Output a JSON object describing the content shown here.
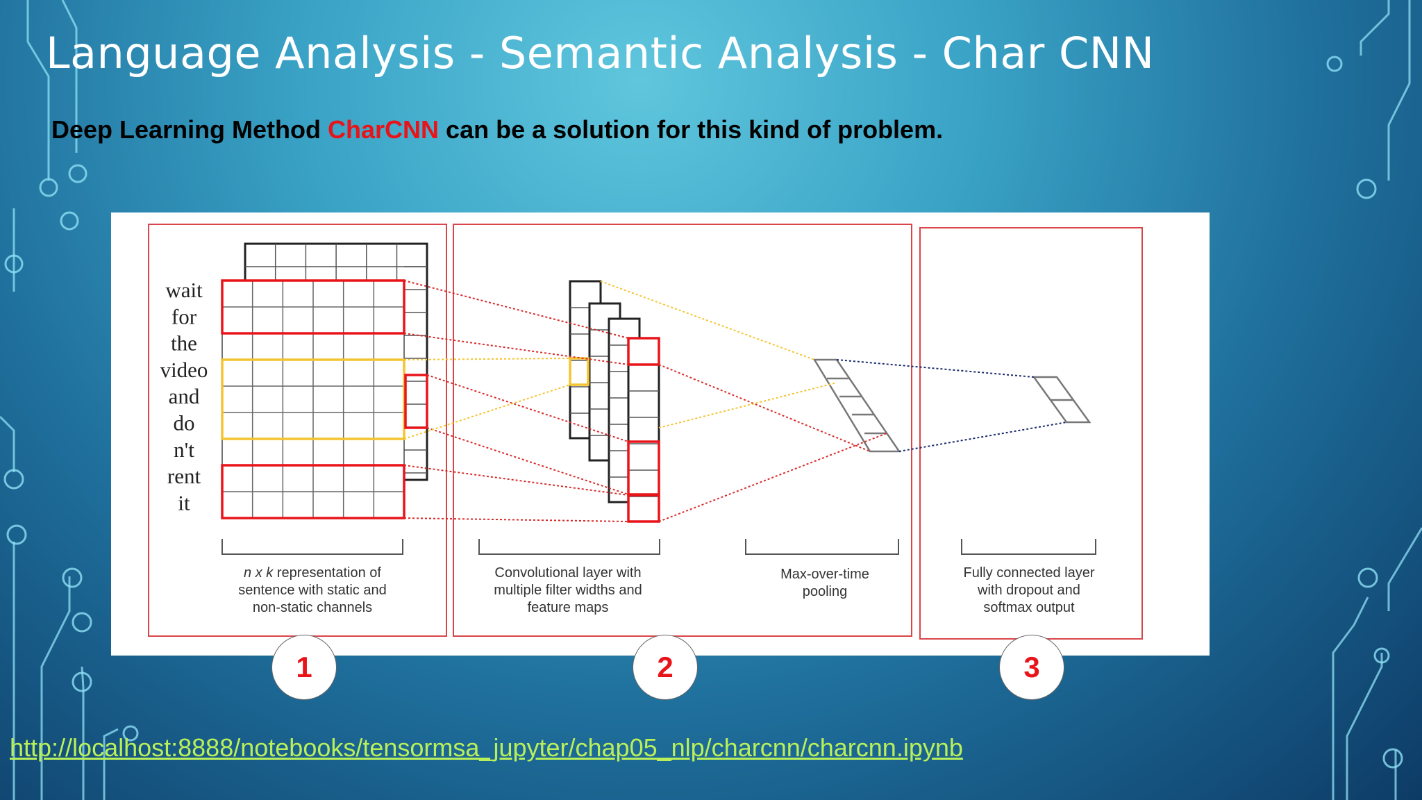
{
  "slide": {
    "title": "Language Analysis - Semantic Analysis - Char CNN",
    "subtitle_prefix": "Deep Learning Method ",
    "subtitle_highlight": "CharCNN",
    "subtitle_suffix": " can be a solution for this kind of problem.",
    "link": "http://localhost:8888/notebooks/tensormsa_jupyter/chap05_nlp/charcnn/charcnn.ipynb"
  },
  "diagram": {
    "sentence": [
      "wait",
      "for",
      "the",
      "video",
      "and",
      "do",
      "n't",
      "rent",
      "it"
    ],
    "caption_1_italic": "n x k",
    "caption_1_line1_rest": " representation of",
    "caption_1_line2": "sentence with static and",
    "caption_1_line3": "non-static channels",
    "caption_2_line1": "Convolutional layer with",
    "caption_2_line2": "multiple filter widths and",
    "caption_2_line3": "feature maps",
    "caption_3_line1": "Max-over-time",
    "caption_3_line2": "pooling",
    "caption_4_line1": "Fully connected layer",
    "caption_4_line2": "with dropout and",
    "caption_4_line3": "softmax output"
  },
  "badges": [
    "1",
    "2",
    "3"
  ],
  "colors": {
    "accent_red": "#e8141a",
    "highlight_yellow": "#f4c430",
    "link_green": "#b9f05a",
    "dotted_navy": "#1a2a6c"
  }
}
